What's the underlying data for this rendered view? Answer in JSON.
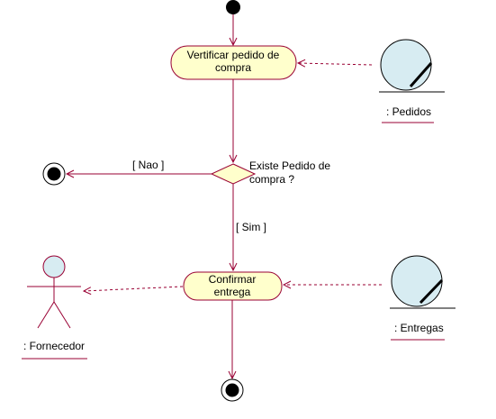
{
  "colors": {
    "line": "#990033",
    "fill": "#ffffcc",
    "entity_fill": "#d7ecf2",
    "text": "#000000"
  },
  "activities": {
    "verificar": {
      "line1": "Vertificar pedido de",
      "line2": "compra"
    },
    "confirmar": {
      "line1": "Confirmar",
      "line2": "entrega"
    }
  },
  "decision": {
    "line1": "Existe Pedido de",
    "line2": "compra ?"
  },
  "guards": {
    "nao": "[ Nao ]",
    "sim": "[ Sim ]"
  },
  "objects": {
    "pedidos": ": Pedidos",
    "entregas": ": Entregas"
  },
  "actor": {
    "name": ": Fornecedor"
  }
}
